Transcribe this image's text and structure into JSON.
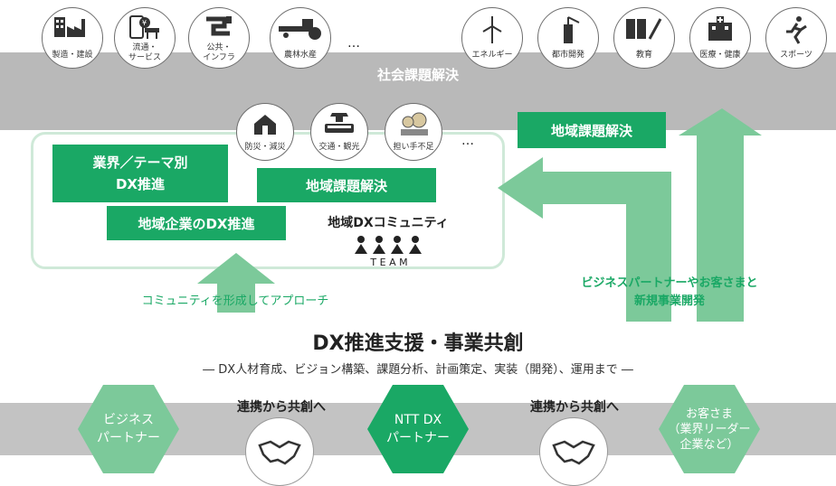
{
  "top_band": {
    "title": "社会課題解決",
    "left_items": [
      {
        "label": "製造・建設",
        "icon": "factory-icon"
      },
      {
        "label": "流通・\nサービス",
        "icon": "shop-icon"
      },
      {
        "label": "公共・\nインフラ",
        "icon": "pipe-icon"
      },
      {
        "label": "農林水産",
        "icon": "tractor-icon"
      }
    ],
    "ellipsis": "…",
    "right_items": [
      {
        "label": "エネルギー",
        "icon": "wind-turbine-icon"
      },
      {
        "label": "都市開発",
        "icon": "crane-icon"
      },
      {
        "label": "教育",
        "icon": "books-icon"
      },
      {
        "label": "医療・健康",
        "icon": "hospital-icon"
      },
      {
        "label": "スポーツ",
        "icon": "runner-icon"
      }
    ]
  },
  "community": {
    "sub_items": [
      {
        "label": "防災・減災",
        "icon": "house-disaster-icon"
      },
      {
        "label": "交通・観光",
        "icon": "bus-icon"
      },
      {
        "label": "担い手不足",
        "icon": "elderly-people-icon"
      }
    ],
    "ellipsis": "…",
    "box_industry_line1": "業界／テーマ別",
    "box_industry_line2": "DX推進",
    "box_regional": "地域課題解決",
    "box_local_company": "地域企業のDX推進",
    "community_label": "地域DXコミュニティ",
    "team_label": "T E A M"
  },
  "right_flow": {
    "box_label": "地域課題解決",
    "partner_line1": "ビジネスパートナーやお客さまと",
    "partner_line2": "新規事業開発"
  },
  "approach_label": "コミュニティを形成してアプローチ",
  "main_title": "DX推進支援・事業共創",
  "main_subtitle": "― DX人材育成、ビジョン構築、課題分析、計画策定、実装（開発）、運用まで ―",
  "bottom": {
    "partner_line1": "ビジネス",
    "partner_line2": "パートナー",
    "handshake_label_1": "連携から共創へ",
    "ntt_line1": "NTT DX",
    "ntt_line2": "パートナー",
    "handshake_label_2": "連携から共創へ",
    "customer_line1": "お客さま",
    "customer_line2": "（業界リーダー",
    "customer_line3": "企業など）"
  },
  "colors": {
    "green_dark": "#1aa865",
    "green_light": "#7cc99a",
    "band_gray": "#b9b9b9"
  }
}
